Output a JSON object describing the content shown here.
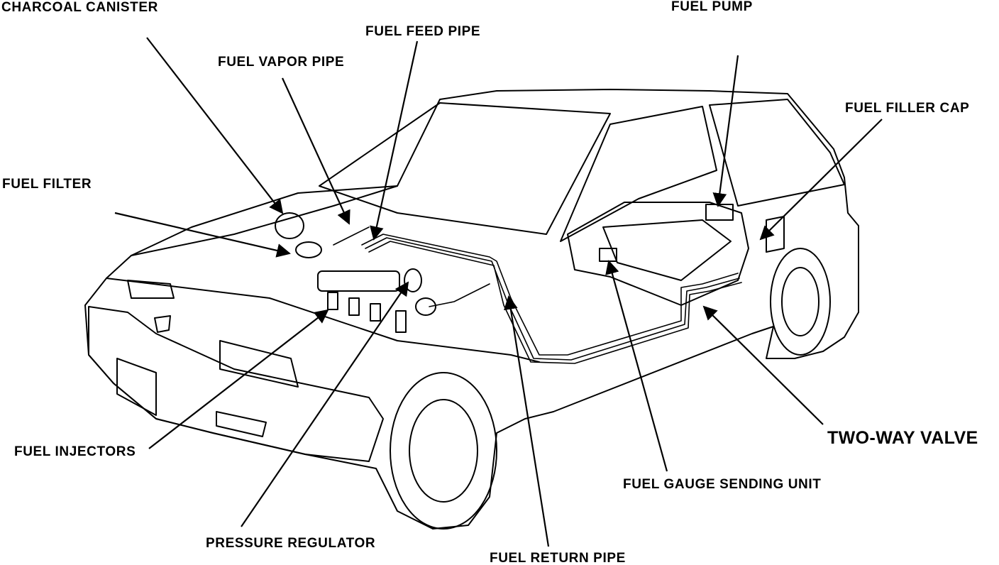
{
  "diagram": {
    "labels": {
      "charcoal_canister": "CHARCOAL CANISTER",
      "fuel_feed_pipe": "FUEL FEED PIPE",
      "fuel_vapor_pipe": "FUEL VAPOR PIPE",
      "fuel_pump": "FUEL PUMP",
      "fuel_filler_cap": "FUEL FILLER CAP",
      "fuel_filter": "FUEL FILTER",
      "fuel_injectors": "FUEL INJECTORS",
      "two_way_valve": "TWO-WAY VALVE",
      "fuel_gauge_sending_unit": "FUEL GAUGE SENDING UNIT",
      "pressure_regulator": "PRESSURE REGULATOR",
      "fuel_return_pipe": "FUEL RETURN PIPE"
    },
    "colors": {
      "ink": "#000000",
      "paper": "#ffffff"
    }
  }
}
